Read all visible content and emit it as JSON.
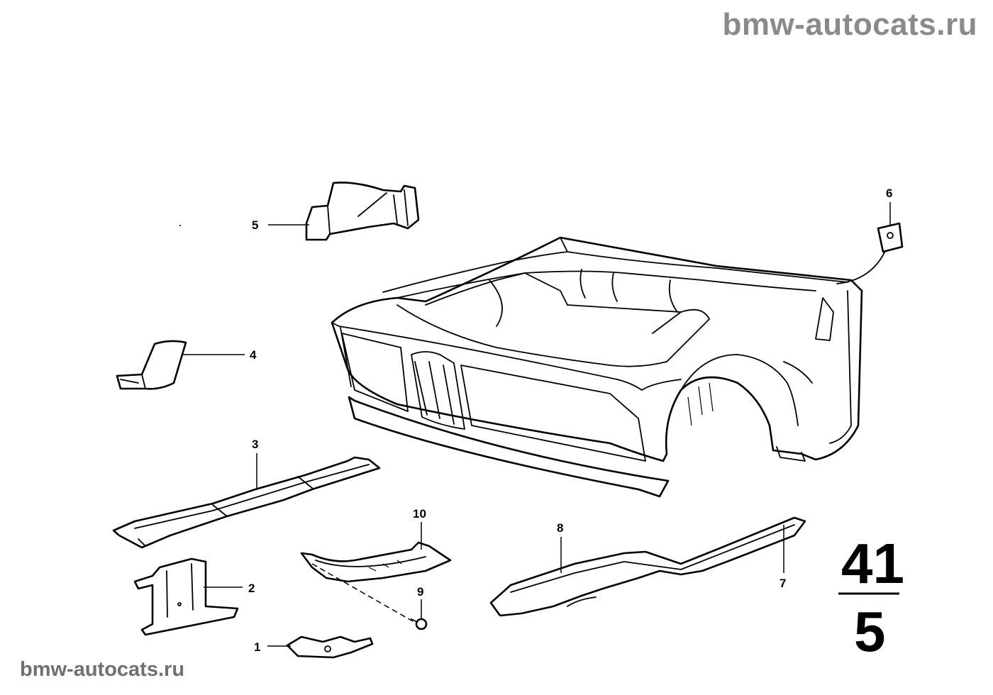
{
  "watermarks": {
    "top": "bmw-autocats.ru",
    "bottom": "bmw-autocats.ru"
  },
  "group": {
    "main": "41",
    "sub": "5"
  },
  "callouts": [
    {
      "id": "part-1",
      "label": "1"
    },
    {
      "id": "part-2",
      "label": "2"
    },
    {
      "id": "part-3",
      "label": "3"
    },
    {
      "id": "part-4",
      "label": "4"
    },
    {
      "id": "part-5",
      "label": "5"
    },
    {
      "id": "part-6",
      "label": "6"
    },
    {
      "id": "part-7",
      "label": "7"
    },
    {
      "id": "part-8",
      "label": "8"
    },
    {
      "id": "part-9",
      "label": "9"
    },
    {
      "id": "part-10",
      "label": "10"
    }
  ]
}
